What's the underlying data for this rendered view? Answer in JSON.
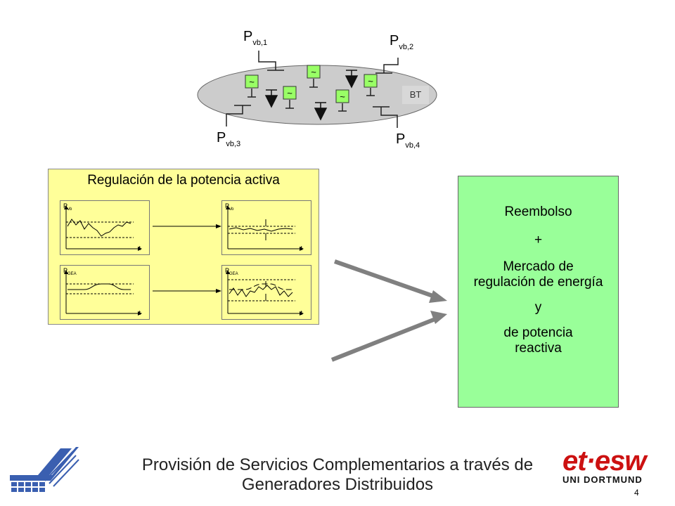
{
  "network": {
    "labels": {
      "p1": {
        "base": "P",
        "sub": "vb,1"
      },
      "p2": {
        "base": "P",
        "sub": "vb,2"
      },
      "p3": {
        "base": "P",
        "sub": "vb,3"
      },
      "p4": {
        "base": "P",
        "sub": "vb,4"
      }
    },
    "bt_label": "BT",
    "generator_symbol": "~"
  },
  "regulation_panel": {
    "title": "Regulación de la potencia activa",
    "charts": [
      {
        "y_base": "P",
        "y_sub": "vb",
        "x_label": "t"
      },
      {
        "y_base": "P",
        "y_sub": "vb",
        "x_label": "t"
      },
      {
        "y_base": "P",
        "y_sub": "GEA",
        "x_label": "t"
      },
      {
        "y_base": "P",
        "y_sub": "GEA",
        "x_label": "t"
      }
    ]
  },
  "compensation_box": {
    "line1": "Reembolso",
    "line2": "+",
    "line3": "Mercado de regulación de energía",
    "line4": "y",
    "line5": "de potencia reactiva"
  },
  "footer": {
    "title_line1": "Provisión de Servicios Complementarios a través de",
    "title_line2": "Generadores Distribuidos",
    "page_number": "4",
    "logo_main": "et·esw",
    "logo_sub": "UNI DORTMUND"
  },
  "colors": {
    "panel_yellow": "#ffff99",
    "box_green": "#99ff99",
    "generator_green": "#99ff66",
    "ellipse_gray": "#cccccc",
    "logo_red": "#cc1111"
  }
}
